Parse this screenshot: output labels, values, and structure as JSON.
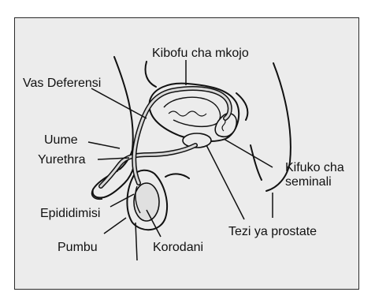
{
  "diagram": {
    "labels": {
      "bladder": "Kibofu cha mkojo",
      "vas_deferens": "Vas Deferensi",
      "penis": "Uume",
      "urethra": "Yurethra",
      "seminal_vesicle_line1": "Kifuko cha",
      "seminal_vesicle_line2": "seminali",
      "epididymis": "Epididimisi",
      "prostate": "Tezi ya prostate",
      "scrotum": "Pumbu",
      "testis": "Korodani"
    },
    "colors": {
      "panel_bg": "#ececec",
      "line": "#111111",
      "duct_fill": "#d9d9d9"
    }
  }
}
